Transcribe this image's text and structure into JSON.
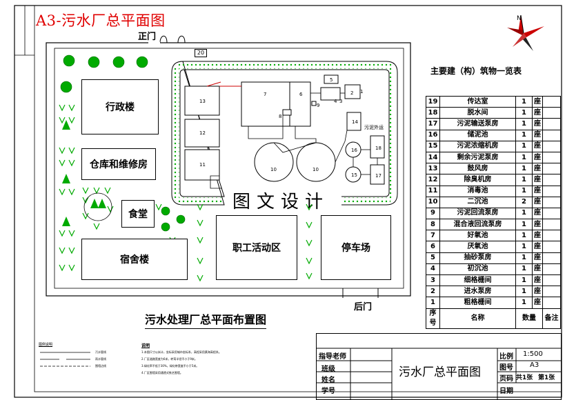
{
  "drawing_title": "A3-污水厂总平面图",
  "gates": {
    "main": "正门",
    "rear": "后门",
    "gatehouse_no": "20"
  },
  "buildings": {
    "admin": "行政楼",
    "warehouse": "仓库和维修房",
    "canteen": "食堂",
    "dormitory": "宿舍楼",
    "activity": "职工活动区",
    "parking": "停车场"
  },
  "units": [
    "13",
    "12",
    "11",
    "7",
    "6",
    "5",
    "2",
    "1",
    "4",
    "3",
    "14",
    "16",
    "18",
    "15",
    "17",
    "10",
    "10",
    "8",
    "9"
  ],
  "side_label": "污泥外运",
  "watermark": "图文设计",
  "layout_title": "污水处理厂总平面布置图",
  "table_title": "主要建（构）筑物一览表",
  "table_rows": [
    {
      "no": "19",
      "name": "传达室",
      "qty": "1",
      "unit": "座"
    },
    {
      "no": "18",
      "name": "脱水间",
      "qty": "1",
      "unit": "座"
    },
    {
      "no": "17",
      "name": "污泥输送泵房",
      "qty": "1",
      "unit": "座"
    },
    {
      "no": "16",
      "name": "储泥池",
      "qty": "1",
      "unit": "座"
    },
    {
      "no": "15",
      "name": "污泥浓缩机房",
      "qty": "1",
      "unit": "座"
    },
    {
      "no": "14",
      "name": "剩余污泥泵房",
      "qty": "1",
      "unit": "座"
    },
    {
      "no": "13",
      "name": "鼓风房",
      "qty": "1",
      "unit": "座"
    },
    {
      "no": "12",
      "name": "除臭机房",
      "qty": "1",
      "unit": "座"
    },
    {
      "no": "11",
      "name": "消毒池",
      "qty": "1",
      "unit": "座"
    },
    {
      "no": "10",
      "name": "二沉池",
      "qty": "2",
      "unit": "座"
    },
    {
      "no": "9",
      "name": "污泥回流泵房",
      "qty": "1",
      "unit": "座"
    },
    {
      "no": "8",
      "name": "混合液回流泵房",
      "qty": "1",
      "unit": "座"
    },
    {
      "no": "7",
      "name": "好氧池",
      "qty": "1",
      "unit": "座"
    },
    {
      "no": "6",
      "name": "厌氧池",
      "qty": "1",
      "unit": "座"
    },
    {
      "no": "5",
      "name": "抽砂泵房",
      "qty": "1",
      "unit": "座"
    },
    {
      "no": "4",
      "name": "初沉池",
      "qty": "1",
      "unit": "座"
    },
    {
      "no": "3",
      "name": "细格栅间",
      "qty": "1",
      "unit": "座"
    },
    {
      "no": "2",
      "name": "进水泵房",
      "qty": "1",
      "unit": "座"
    },
    {
      "no": "1",
      "name": "粗格栅间",
      "qty": "1",
      "unit": "座"
    }
  ],
  "table_header": {
    "no": "序号",
    "name": "名称",
    "qty": "数量",
    "note": "备注"
  },
  "legend_title": "图例说明",
  "legend_items": [
    "污水管线",
    "雨水管线",
    "围墙边线"
  ],
  "notes_title": "说明",
  "notes": [
    "1.本图尺寸以米计，坐标采用城市坐标系，高程采用黄海高程系。",
    "2.厂区道路宽度为6米，转弯半径不小于9米。",
    "3.绿化率不低于30%，绿化带宽度不小于5米。",
    "4.厂区围墙采用通透式铁艺围墙。"
  ],
  "title_block": {
    "instructor": "指导老师",
    "class": "班级",
    "name": "姓名",
    "student_no": "学号",
    "drawing_name": "污水厂总平面图",
    "scale_label": "比例",
    "scale": "1:500",
    "size_label": "图号",
    "size": "A3",
    "pages_label": "页码",
    "pages": "共1张",
    "sheet": "第1张",
    "date": "日期"
  },
  "compass": "N"
}
